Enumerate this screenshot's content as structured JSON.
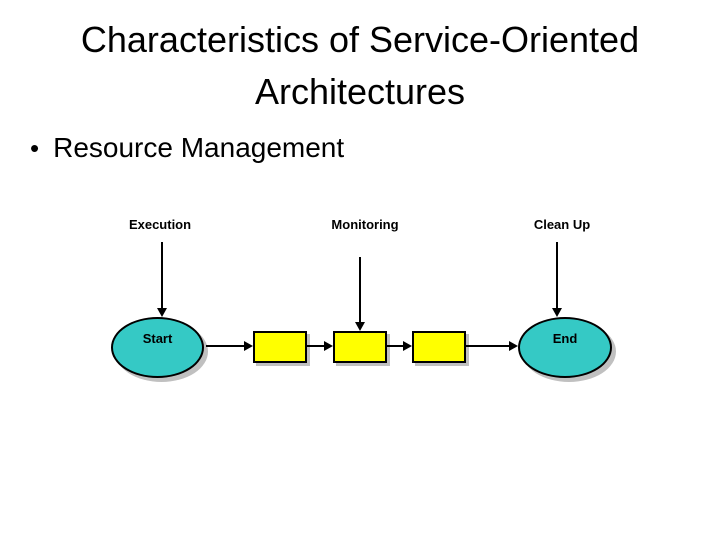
{
  "slide": {
    "title": {
      "line1": "Characteristics of Service-Oriented",
      "line2": "Architectures"
    },
    "bullet": {
      "marker": "•",
      "text": "Resource Management"
    }
  },
  "diagram": {
    "phases": [
      {
        "label": "Execution"
      },
      {
        "label": "Monitoring"
      },
      {
        "label": "Clean Up"
      }
    ],
    "nodes": {
      "start": "Start",
      "end": "End"
    }
  },
  "colors": {
    "slide_bg": "#ffffff",
    "text": "#000000",
    "arrow": "#000000",
    "node_fill": "#35c9c5",
    "node_border": "#000000",
    "process_fill": "#ffff00",
    "process_border": "#000000",
    "shadow": "#c0c0c0"
  }
}
